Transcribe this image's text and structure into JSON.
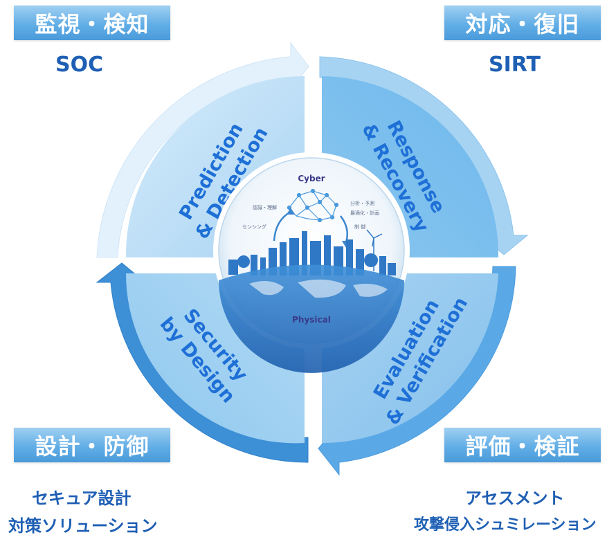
{
  "corners": {
    "top_left": {
      "title": "監視・検知",
      "lines": [
        "SOC"
      ]
    },
    "top_right": {
      "title": "対応・復旧",
      "lines": [
        "SIRT"
      ]
    },
    "bottom_left": {
      "title": "設計・防御",
      "lines": [
        "セキュア設計",
        "対策ソリューション"
      ]
    },
    "bottom_right": {
      "title": "評価・検証",
      "lines": [
        "アセスメント",
        "攻撃侵入シュミレーション"
      ]
    }
  },
  "quadrants": {
    "top_left": {
      "line1": "Prediction",
      "line2": "& Detection"
    },
    "top_right": {
      "line1": "Response",
      "line2": "& Recovery"
    },
    "bottom_left": {
      "line1": "Security",
      "line2": "by Design"
    },
    "bottom_right": {
      "line1": "Evaluation",
      "line2": "& Verification"
    }
  },
  "center": {
    "top_label": "Cyber",
    "bottom_label": "Physical",
    "annotations": {
      "recognize": "認識・理解",
      "analyze": "分析・予測",
      "optimize": "最適化・計画",
      "sensing": "センシング",
      "control": "制 御"
    }
  },
  "colors": {
    "label_bg": "#62aee6",
    "text_blue": "#1e5fb4",
    "quadrant_text": "#1e6fd6"
  }
}
